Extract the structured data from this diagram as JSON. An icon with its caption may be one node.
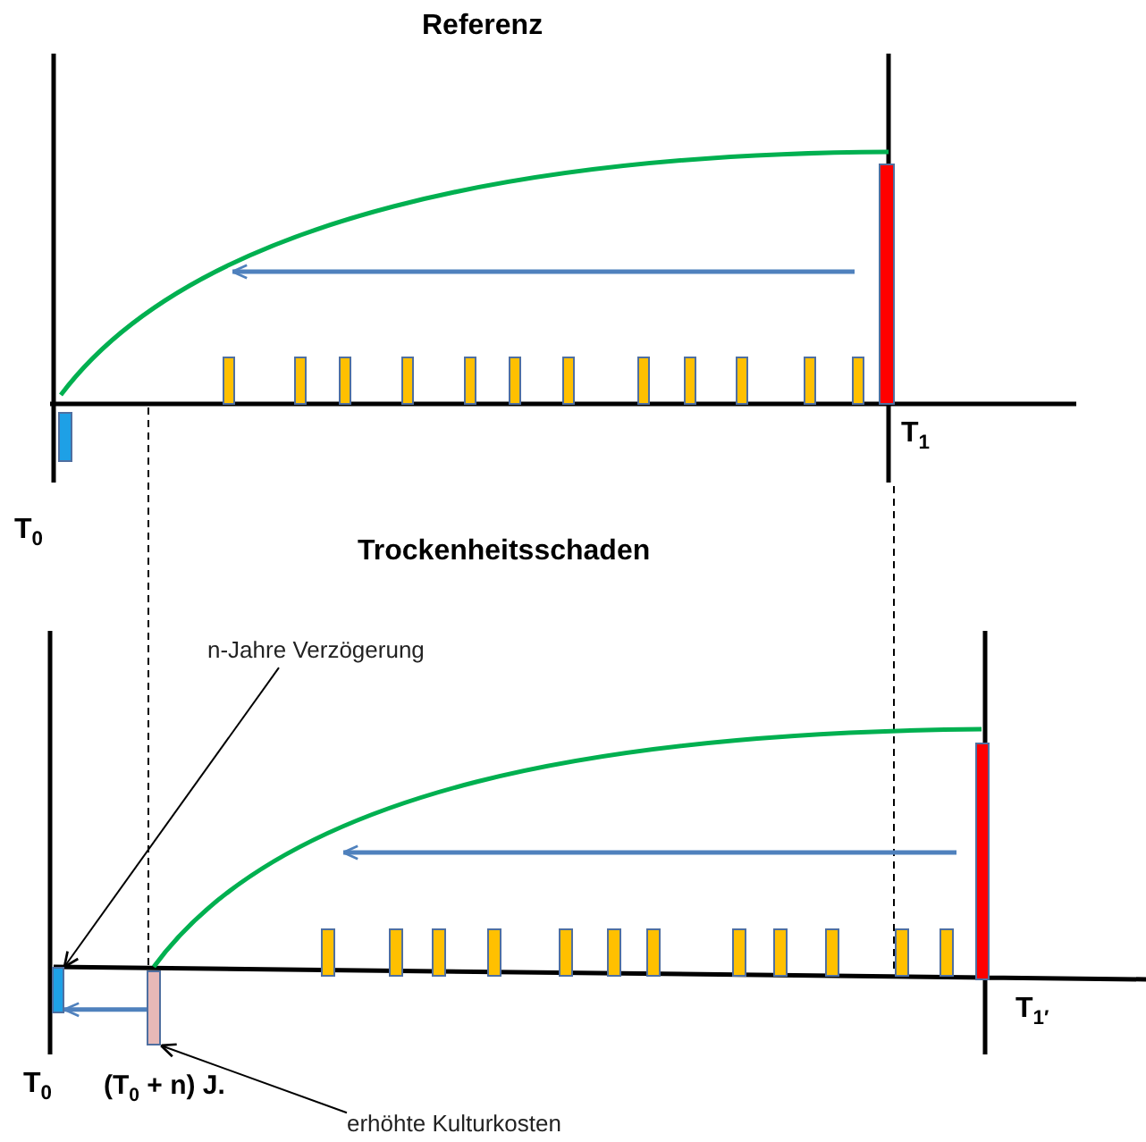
{
  "diagram": {
    "nodes": [
      {
        "text": [
          "n-Jahre Verzögerung"
        ]
      },
      {
        "text": [],
        "shape": "bar"
      },
      {
        "text": [],
        "shape": "bar"
      },
      {
        "text": [
          "erhöhte Kulturkosten"
        ]
      }
    ],
    "edges": [
      {
        "from": 0,
        "to": 1,
        "arrow": "to"
      },
      {
        "from": 3,
        "to": 2,
        "arrow": "to"
      },
      {
        "from": 2,
        "to": 1,
        "arrow": "to",
        "style": "thick",
        "color": "#4f81bd"
      }
    ],
    "labels": [
      "Referenz",
      "T$_{1}$",
      "T$_{0}$",
      "Trockenheitsschaden",
      "T$_{0}$",
      "(T$_{0}$ + n) J.",
      "T$_{1′}$"
    ]
  }
}
